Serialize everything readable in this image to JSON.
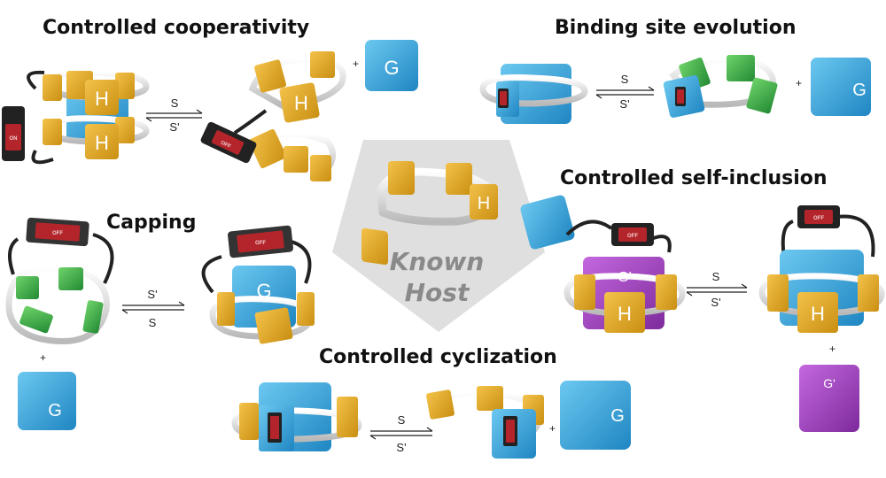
{
  "titles": {
    "cooperativity": "Controlled cooperativity",
    "binding_site": "Binding site evolution",
    "self_inclusion": "Controlled self-inclusion",
    "capping": "Capping",
    "cyclization": "Controlled cyclization"
  },
  "center": {
    "line1": "Known",
    "line2": "Host"
  },
  "letters": {
    "host": "H",
    "guest": "G",
    "guest_prime": "G'"
  },
  "switch": {
    "on": "ON",
    "off": "OFF"
  },
  "arrows": {
    "cooperativity": {
      "top": "S",
      "bottom": "S'"
    },
    "binding_site": {
      "top": "S",
      "bottom": "S'"
    },
    "self_inclusion": {
      "top": "S",
      "bottom": "S'"
    },
    "capping": {
      "top": "S'",
      "bottom": "S"
    },
    "cyclization": {
      "top": "S",
      "bottom": "S'"
    }
  },
  "plus": "+",
  "colors": {
    "host_yellow": "#e3a823",
    "guest_blue": "#3aa6de",
    "green": "#3bb04a",
    "purple": "#a33fc4",
    "ring_grey": "#d8d8d8",
    "switch_red": "#b3252b",
    "pentagon_grey": "#d9d9d9"
  }
}
